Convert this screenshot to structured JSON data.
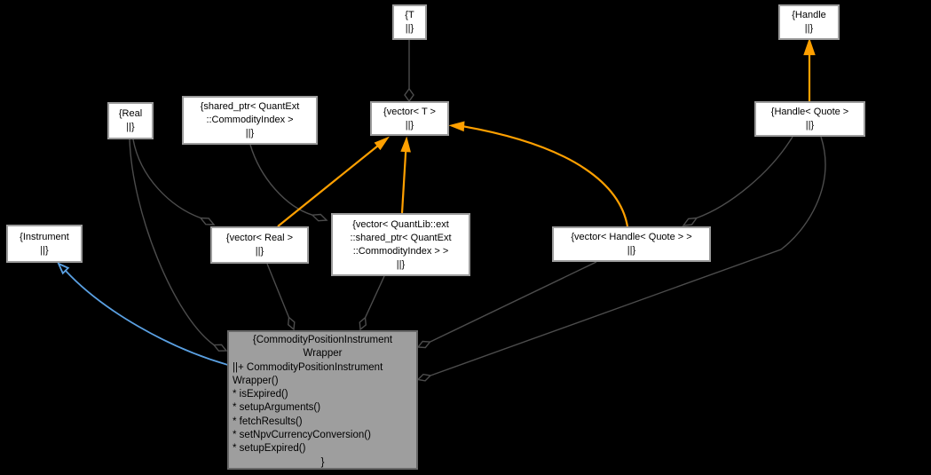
{
  "diagram_type": "uml-collaboration-graph",
  "colors": {
    "background": "#000000",
    "node_fill": "#ffffff",
    "node_border": "#9c9c9c",
    "main_node_fill": "#9e9e9e",
    "main_node_border": "#686868",
    "text": "#000000",
    "aggregation_edge": "#4c4c4c",
    "template_edge": "#ffa000",
    "inheritance_edge": "#5aa0e2"
  },
  "nodes": {
    "t": {
      "lines": [
        "{T",
        "||}"
      ]
    },
    "handle": {
      "lines": [
        "{Handle",
        "||}"
      ]
    },
    "real": {
      "lines": [
        "{Real",
        "||}"
      ]
    },
    "shared_ptr_commodity_index": {
      "lines": [
        "{shared_ptr< QuantExt",
        "::CommodityIndex >",
        "||}"
      ]
    },
    "vector_t": {
      "lines": [
        "{vector< T >",
        "||}"
      ]
    },
    "handle_quote": {
      "lines": [
        "{Handle< Quote >",
        "||}"
      ]
    },
    "instrument": {
      "lines": [
        "{Instrument",
        "||}"
      ]
    },
    "vector_real": {
      "lines": [
        "{vector< Real >",
        "||}"
      ]
    },
    "vector_shared_ptr_commodity_index": {
      "lines": [
        "{vector< QuantLib::ext",
        "::shared_ptr< QuantExt",
        "::CommodityIndex > >",
        "||}"
      ]
    },
    "vector_handle_quote": {
      "lines": [
        "{vector< Handle< Quote > >",
        "||}"
      ]
    },
    "wrapper": {
      "title_lines": [
        "{CommodityPositionInstrument",
        "Wrapper"
      ],
      "member_lines": [
        "||+ CommodityPositionInstrument",
        "Wrapper()",
        "* isExpired()",
        "* setupArguments()",
        "* fetchResults()",
        "* setNpvCurrencyConversion()",
        "* setupExpired()"
      ],
      "closing": "}"
    }
  },
  "edges": [
    {
      "from": "T",
      "to": "vector< T >",
      "type": "aggregation"
    },
    {
      "from": "Real",
      "to": "vector< Real >",
      "type": "aggregation"
    },
    {
      "from": "shared_ptr< QuantExt::CommodityIndex >",
      "to": "vector< QuantLib::ext::shared_ptr< QuantExt::CommodityIndex > >",
      "type": "aggregation"
    },
    {
      "from": "Handle< Quote >",
      "to": "vector< Handle< Quote > >",
      "type": "aggregation"
    },
    {
      "from": "Real",
      "to": "CommodityPositionInstrumentWrapper",
      "type": "aggregation"
    },
    {
      "from": "vector< Real >",
      "to": "CommodityPositionInstrumentWrapper",
      "type": "aggregation"
    },
    {
      "from": "vector< QuantLib::ext::shared_ptr< QuantExt::CommodityIndex > >",
      "to": "CommodityPositionInstrumentWrapper",
      "type": "aggregation"
    },
    {
      "from": "vector< Handle< Quote > >",
      "to": "CommodityPositionInstrumentWrapper",
      "type": "aggregation"
    },
    {
      "from": "Handle< Quote >",
      "to": "CommodityPositionInstrumentWrapper",
      "type": "aggregation"
    },
    {
      "from": "CommodityPositionInstrumentWrapper",
      "to": "Instrument",
      "type": "inheritance"
    },
    {
      "from": "vector< Real >",
      "to": "vector< T >",
      "type": "template-instantiation"
    },
    {
      "from": "vector< QuantLib::ext::shared_ptr< QuantExt::CommodityIndex > >",
      "to": "vector< T >",
      "type": "template-instantiation"
    },
    {
      "from": "vector< Handle< Quote > >",
      "to": "vector< T >",
      "type": "template-instantiation"
    },
    {
      "from": "Handle< Quote >",
      "to": "Handle",
      "type": "template-instantiation"
    }
  ]
}
